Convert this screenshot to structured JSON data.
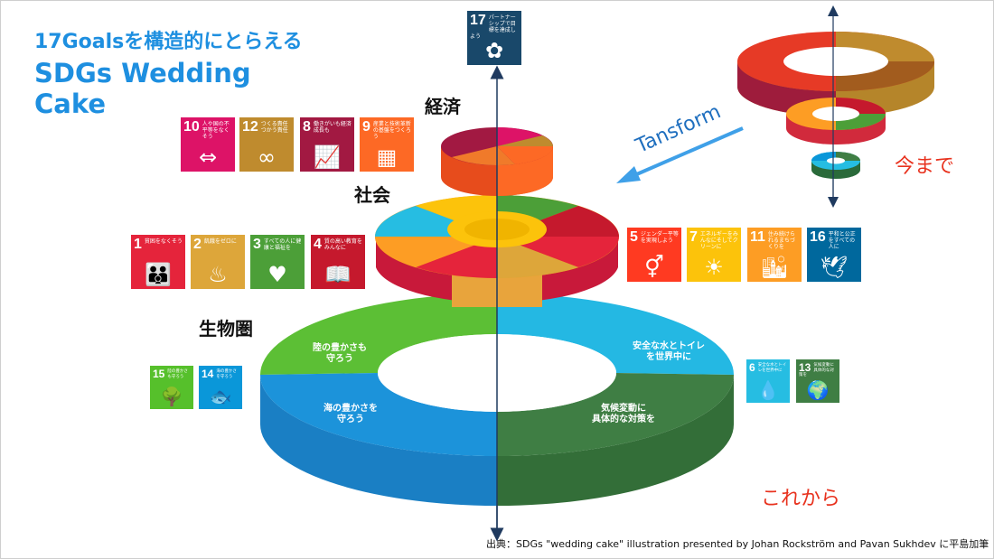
{
  "heading": {
    "subtitle": "17Goalsを構造的にとらえる",
    "title": "SDGs Wedding Cake"
  },
  "tiers": {
    "economy": "経済",
    "society": "社会",
    "biosphere": "生物圏"
  },
  "labels": {
    "transform": "Tansform",
    "until_now": "今まで",
    "from_now": "これから"
  },
  "credit": "出典：SDGs \"wedding cake\" illustration presented by Johan Rockström and Pavan Sukhdev  に平島加筆",
  "biosphere_segments": [
    "陸の豊かさも\n守ろう",
    "安全な水とトイレ\nを世界中に",
    "海の豊かさを\n守ろう",
    "気候変動に\n具体的な対策を"
  ],
  "goals": {
    "g17": {
      "num": "17",
      "text": "パートナーシップで目標を達成しよう",
      "color": "#19486a",
      "icon": "flower-icon"
    },
    "g10": {
      "num": "10",
      "text": "人や国の不平等をなくそう",
      "color": "#dd1367",
      "icon": "equality-icon"
    },
    "g12": {
      "num": "12",
      "text": "つくる責任つかう責任",
      "color": "#bf8b2e",
      "icon": "infinity-icon"
    },
    "g8": {
      "num": "8",
      "text": "働きがいも経済成長も",
      "color": "#a21942",
      "icon": "growth-chart-icon"
    },
    "g9": {
      "num": "9",
      "text": "産業と技術革新の基盤をつくろう",
      "color": "#fd6925",
      "icon": "cubes-icon"
    },
    "g1": {
      "num": "1",
      "text": "貧困をなくそう",
      "color": "#e5243b",
      "icon": "family-icon"
    },
    "g2": {
      "num": "2",
      "text": "飢餓をゼロに",
      "color": "#dda63a",
      "icon": "bowl-icon"
    },
    "g3": {
      "num": "3",
      "text": "すべての人に健康と福祉を",
      "color": "#4c9f38",
      "icon": "heartbeat-icon"
    },
    "g4": {
      "num": "4",
      "text": "質の高い教育をみんなに",
      "color": "#c5192d",
      "icon": "book-icon"
    },
    "g5": {
      "num": "5",
      "text": "ジェンダー平等を実現しよう",
      "color": "#ff3a21",
      "icon": "gender-icon"
    },
    "g7": {
      "num": "7",
      "text": "エネルギーをみんなにそしてクリーンに",
      "color": "#fcc30b",
      "icon": "sun-icon"
    },
    "g11": {
      "num": "11",
      "text": "住み続けられるまちづくりを",
      "color": "#fd9d24",
      "icon": "buildings-icon"
    },
    "g16": {
      "num": "16",
      "text": "平和と公正をすべての人に",
      "color": "#00689d",
      "icon": "dove-icon"
    },
    "g15": {
      "num": "15",
      "text": "陸の豊かさも守ろう",
      "color": "#56c02b",
      "icon": "tree-icon"
    },
    "g14": {
      "num": "14",
      "text": "海の豊かさを守ろう",
      "color": "#0a97d9",
      "icon": "fish-icon"
    },
    "g6": {
      "num": "6",
      "text": "安全な水とトイレを世界中に",
      "color": "#26bde2",
      "icon": "water-icon"
    },
    "g13": {
      "num": "13",
      "text": "気候変動に具体的な対策を",
      "color": "#3f7e44",
      "icon": "earth-eye-icon"
    }
  },
  "colors": {
    "accent": "#1e8fe0",
    "red": "#e8321e",
    "axis": "#1f3a5f"
  }
}
